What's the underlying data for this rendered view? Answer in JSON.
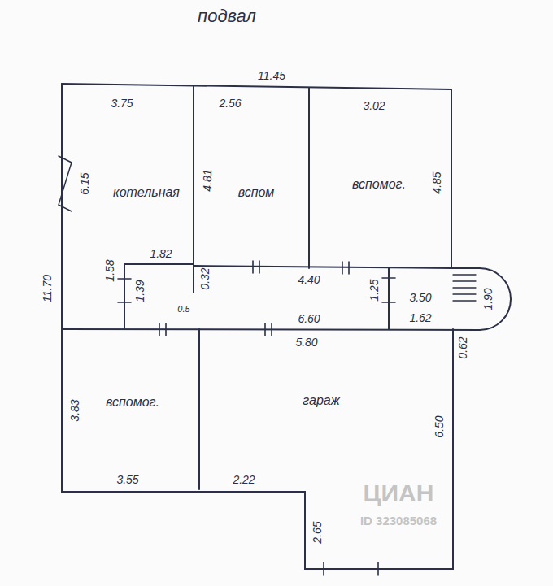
{
  "diagram": {
    "title": "подвал",
    "nodes": [
      {
        "text": [
          "котельная"
        ]
      },
      {
        "text": [
          "вспом"
        ]
      },
      {
        "text": [
          "вспомог."
        ]
      },
      {
        "text": [
          "вспомог."
        ]
      },
      {
        "text": [
          "гараж"
        ]
      }
    ],
    "labels": [
      "11.45",
      "3.75",
      "2.56",
      "3.02",
      "6.15",
      "4.81",
      "4.85",
      "11.70",
      "1.82",
      "1.58",
      "1.39",
      "0.32",
      "0.5",
      "4.40",
      "1.25",
      "3.50",
      "1.62",
      "1.90",
      "6.60",
      "5.80",
      "0.62",
      "3.83",
      "3.55",
      "2.22",
      "6.50",
      "2.65",
      "ЦИАН",
      "ID 323085068"
    ]
  }
}
